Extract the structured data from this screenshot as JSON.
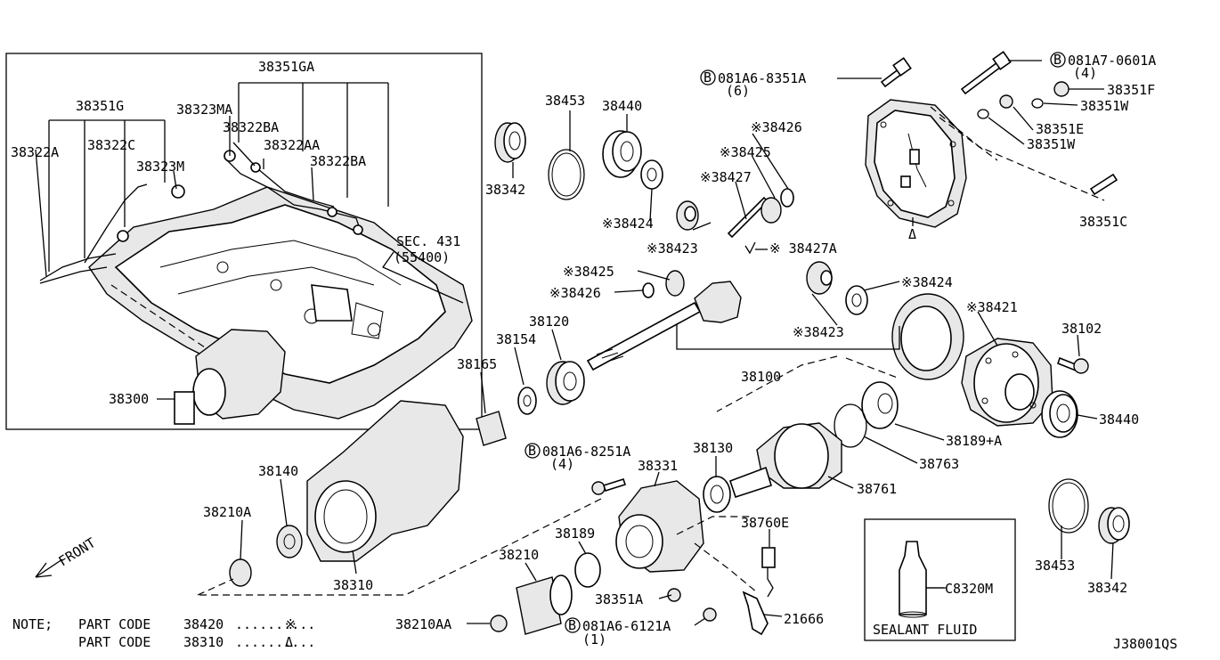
{
  "labels": {
    "l38351GA": "38351GA",
    "l38351G": "38351G",
    "l38323MA": "38323MA",
    "l38322BA_1": "38322BA",
    "l38322C": "38322C",
    "l38322AA": "38322AA",
    "l38322A": "38322A",
    "l38323M": "38323M",
    "l38322BA_2": "38322BA",
    "lSEC431": "SEC. 431",
    "l55400": "(55400)",
    "l38300": "38300",
    "l38453_top": "38453",
    "l38440_top": "38440",
    "l38342_top": "38342",
    "l38426_a": "※38426",
    "l38425_a": "※38425",
    "l38427": "※38427",
    "l38424_a": "※38424",
    "l38423_a": "※38423",
    "l38427A": "※ 38427A",
    "l081A6_8351A": "081A6-8351A",
    "l081A6_8351A_qty": "(6)",
    "l081A7_0601A": "081A7-0601A",
    "l081A7_0601A_qty": "(4)",
    "l38351F": "38351F",
    "l38351W_1": "38351W",
    "l38351E": "38351E",
    "l38351W_2": "38351W",
    "l38351C": "38351C",
    "l38425_b": "※38425",
    "l38426_b": "※38426",
    "l38424_b": "※38424",
    "l38423_b": "※38423",
    "l38421": "※38421",
    "l38102": "38102",
    "l38120": "38120",
    "l38154": "38154",
    "l38165": "38165",
    "l38100": "38100",
    "l38440_right": "38440",
    "l38189A": "38189+A",
    "l38763": "38763",
    "l38761": "38761",
    "l38130": "38130",
    "l081A6_8251A": "081A6-8251A",
    "l081A6_8251A_qty": "(4)",
    "l38331": "38331",
    "l38140": "38140",
    "l38210A": "38210A",
    "l38310": "38310",
    "l38189": "38189",
    "l38210": "38210",
    "l38760E": "38760E",
    "l38351A": "38351A",
    "l21666": "21666",
    "l38210AA": "38210AA",
    "l081A6_6121A": "081A6-6121A",
    "l081A6_6121A_qty": "(1)",
    "l38453_bottom": "38453",
    "l38342_bottom": "38342",
    "lC8320M": "C8320M",
    "front": "FRONT",
    "bolt_marker": "B",
    "triangle_marker": "Δ"
  },
  "sealant_box": {
    "caption": "SEALANT FLUID"
  },
  "notes": {
    "title": "NOTE;",
    "rows": [
      {
        "label": "PART CODE",
        "code": "38420",
        "leader": "..........",
        "symbol": "※"
      },
      {
        "label": "PART CODE",
        "code": "38310",
        "leader": "..........",
        "symbol": "Δ"
      }
    ]
  },
  "diagram_id": "J38001QS"
}
